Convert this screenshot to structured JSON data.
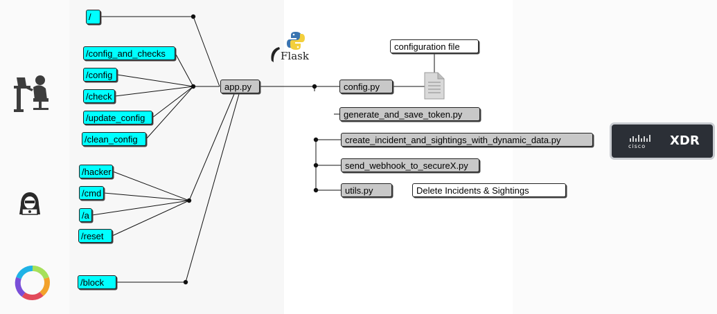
{
  "routes": {
    "root": "/",
    "config_and_checks": "/config_and_checks",
    "config": "/config",
    "check": "/check",
    "update_config": "/update_config",
    "clean_config": "/clean_config",
    "hacker": "/hacker",
    "cmd": "/cmd",
    "a": "/a",
    "reset": "/reset",
    "block": "/block"
  },
  "files": {
    "app": "app.py",
    "config": "config.py",
    "token": "generate_and_save_token.py",
    "incident": "create_incident_and_sightings_with_dynamic_data.py",
    "webhook": "send_webhook_to_secureX.py",
    "utils": "utils.py"
  },
  "notes": {
    "configuration_file": "configuration file",
    "delete": "Delete Incidents & Sightings"
  },
  "logos": {
    "flask": "Flask",
    "cisco": "cisco",
    "xdr": "XDR"
  },
  "icons": [
    "user-at-desk-icon",
    "hacker-icon",
    "webex-ring-icon",
    "python-logo-icon",
    "document-icon"
  ],
  "colors": {
    "route_fill": "#00ffff",
    "file_fill": "#c8c8c8",
    "badge_bg": "#2b2f36"
  }
}
